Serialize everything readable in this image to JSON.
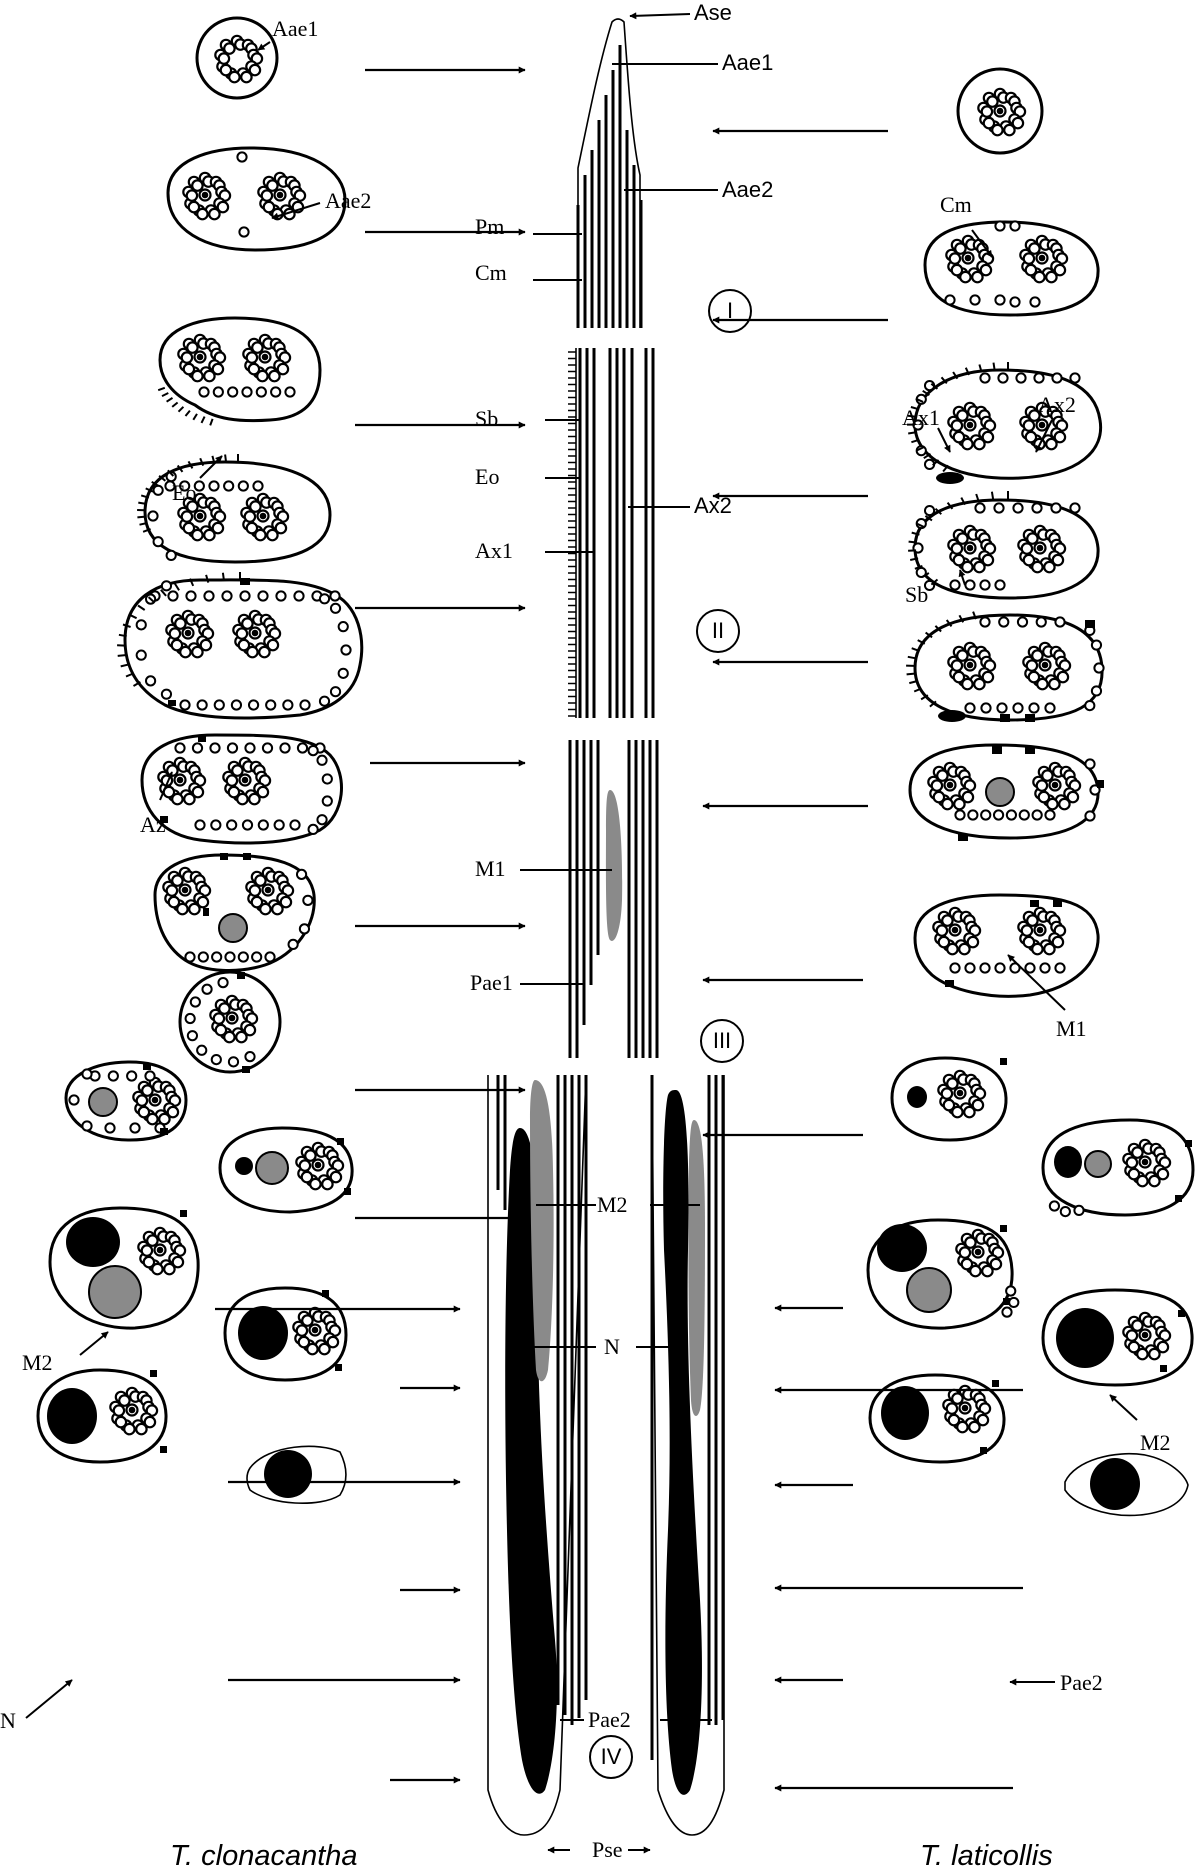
{
  "labels": {
    "ase": "Ase",
    "aae1": "Aae1",
    "aae2": "Aae2",
    "pm": "Pm",
    "cm": "Cm",
    "sb": "Sb",
    "eo": "Eo",
    "ax1": "Ax1",
    "ax2": "Ax2",
    "az": "Az",
    "m1": "M1",
    "m2": "M2",
    "pae1": "Pae1",
    "pae2": "Pae2",
    "n": "N",
    "pse": "Pse"
  },
  "regions": {
    "r1": "I",
    "r2": "II",
    "r3": "III",
    "r4": "IV"
  },
  "species": {
    "left": "T. clonacantha",
    "right": "T. laticollis"
  },
  "colors": {
    "ink": "#000000",
    "mitochondria": "#8a8a8a",
    "nucleus": "#000000"
  }
}
